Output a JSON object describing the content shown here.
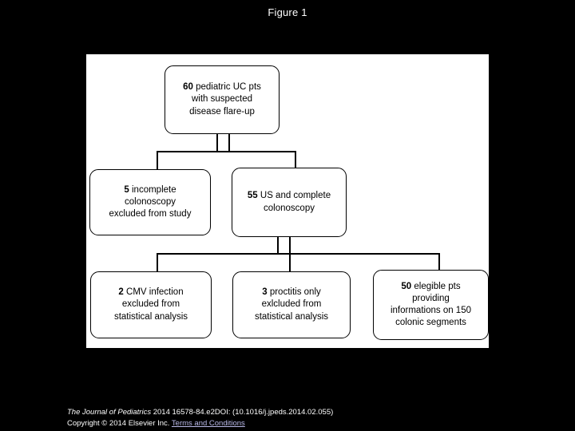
{
  "figure": {
    "title": "Figure 1"
  },
  "flowchart": {
    "nodes": [
      {
        "id": "top",
        "lines": [
          "60 pediatric UC pts",
          "with suspected",
          "disease flare-up"
        ],
        "bold_prefix": "60",
        "rest_first_line": " pediatric UC pts"
      },
      {
        "id": "incomplete",
        "lines": [
          "5 incomplete",
          "colonoscopy",
          "excluded from study"
        ],
        "bold_prefix": "5",
        "rest_first_line": " incomplete"
      },
      {
        "id": "us",
        "lines": [
          "55 US and complete",
          "colonoscopy"
        ],
        "bold_prefix": "55",
        "rest_first_line": " US and complete"
      },
      {
        "id": "cmv",
        "lines": [
          "2 CMV infection",
          "excluded from",
          "statistical analysis"
        ],
        "bold_prefix": "2",
        "rest_first_line": " CMV infection"
      },
      {
        "id": "proctitis",
        "lines": [
          "3 proctitis only",
          "exlcluded from",
          "statistical analysis"
        ],
        "bold_prefix": "3",
        "rest_first_line": " proctitis only"
      },
      {
        "id": "eligible",
        "lines": [
          "50  elegible pts",
          "providing",
          "informations on 150",
          "colonic segments"
        ],
        "bold_prefix": "50",
        "rest_first_line": "  elegible pts"
      }
    ]
  },
  "footer": {
    "journal": "The Journal of Pediatrics",
    "citation_rest": " 2014 16578-84.e2DOI: (10.1016/j.jpeds.2014.02.055)",
    "copyright": "Copyright © 2014 Elsevier Inc.",
    "terms_link": "Terms and Conditions"
  },
  "colors": {
    "background": "#000000",
    "panel": "#ffffff",
    "stroke": "#000000",
    "title_text": "#ffffff",
    "footer_text": "#ffffff",
    "link": "#b9b9e8"
  }
}
